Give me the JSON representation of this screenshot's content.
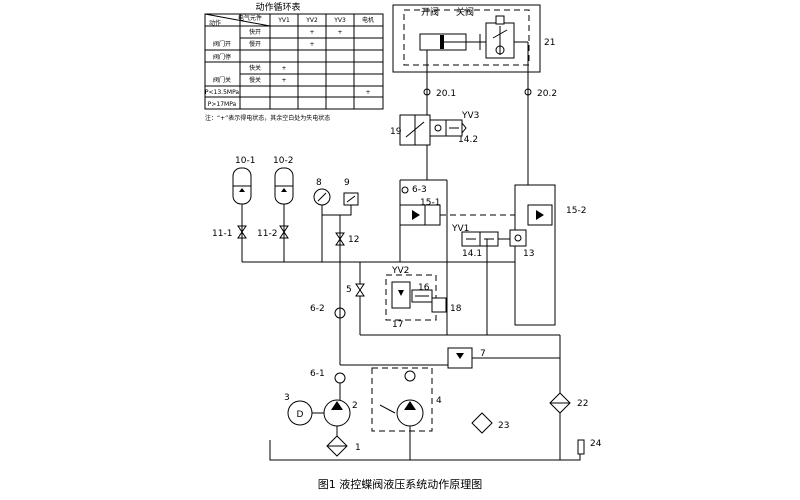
{
  "table": {
    "title": "动作循环表",
    "header": [
      "电气元件",
      "动作",
      "YV1",
      "YV2",
      "YV3",
      "电机"
    ],
    "rows": [
      {
        "group": "阀门开",
        "action": "快开",
        "marks": [
          "",
          "+",
          "+",
          ""
        ]
      },
      {
        "group": "",
        "action": "慢开",
        "marks": [
          "",
          "+",
          "",
          ""
        ]
      },
      {
        "group": "阀门停",
        "action": "",
        "marks": [
          "",
          "",
          "",
          ""
        ]
      },
      {
        "group": "阀门关",
        "action": "快关",
        "marks": [
          "+",
          "",
          "",
          ""
        ]
      },
      {
        "group": "",
        "action": "慢关",
        "marks": [
          "+",
          "",
          "",
          ""
        ]
      },
      {
        "group": "P<13.5MPa",
        "action": "",
        "marks": [
          "",
          "",
          "",
          "+"
        ]
      },
      {
        "group": "P>17MPa",
        "action": "",
        "marks": [
          "",
          "",
          "",
          ""
        ]
      }
    ],
    "note": "注：“+”表示得电状态，其余空白处为失电状态"
  },
  "valve": {
    "open_label": "开阀",
    "close_label": "关阀",
    "ref": "21"
  },
  "labels": {
    "l20_1": "20.1",
    "l20_2": "20.2",
    "l19": "19",
    "yv3": "YV3",
    "l14_2": "14.2",
    "l10_1": "10-1",
    "l10_2": "10-2",
    "l8": "8",
    "l9": "9",
    "l11_1": "11-1",
    "l11_2": "11-2",
    "l12": "12",
    "l6_3": "6-3",
    "l15_1": "15-1",
    "l15_2": "15-2",
    "yv1": "YV1",
    "l14_1": "14.1",
    "l13": "13",
    "yv2": "YV2",
    "l16": "16",
    "l17": "17",
    "l18": "18",
    "l5": "5",
    "l6_2": "6-2",
    "l7": "7",
    "l6_1": "6-1",
    "l3": "3",
    "l2": "2",
    "l4": "4",
    "l1": "1",
    "l22": "22",
    "l23": "23",
    "l24": "24",
    "motor": "D"
  },
  "caption": "图1 液控蝶阀液压系统动作原理图"
}
